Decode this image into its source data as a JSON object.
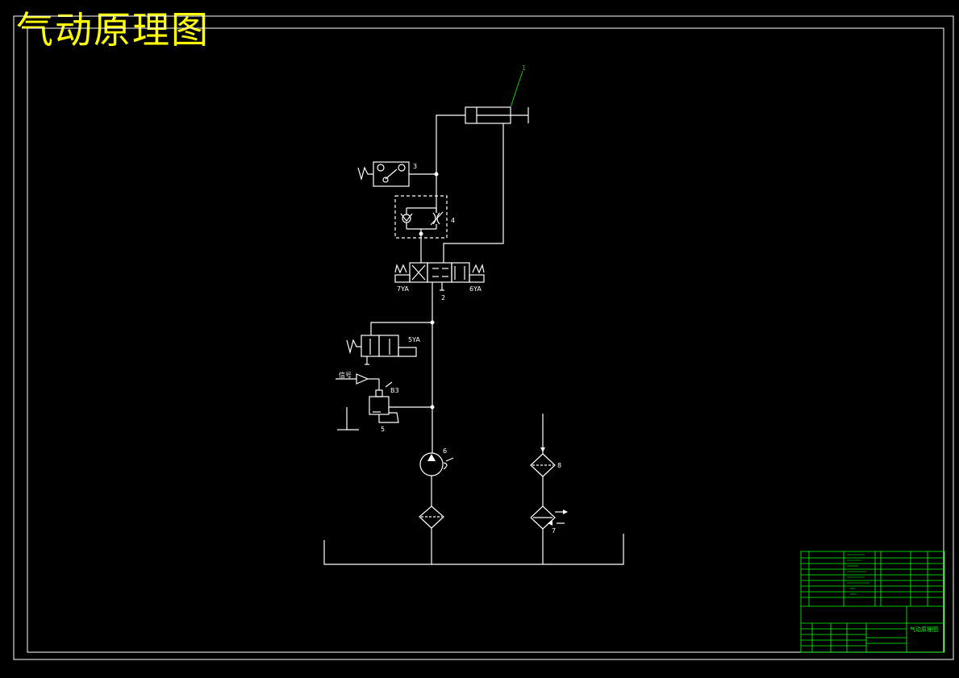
{
  "title": "气动原理图",
  "colors": {
    "background": "#000000",
    "line": "#ffffff",
    "title": "#ffff00",
    "leader": "#00cc00",
    "table": "#00ff00"
  },
  "labels": {
    "cylinder": "1",
    "main_valve": "2",
    "travel_valve": "3",
    "speed_valve": "4",
    "pressure_switch": "5",
    "pump": "6",
    "cooler": "7",
    "filter": "8",
    "solenoid_left": "7YA",
    "solenoid_right": "6YA",
    "solenoid_unload": "5YA",
    "pressure_switch_tag": "B3",
    "signal": "信号"
  },
  "title_block": {
    "drawing_name": "气动原理图"
  }
}
